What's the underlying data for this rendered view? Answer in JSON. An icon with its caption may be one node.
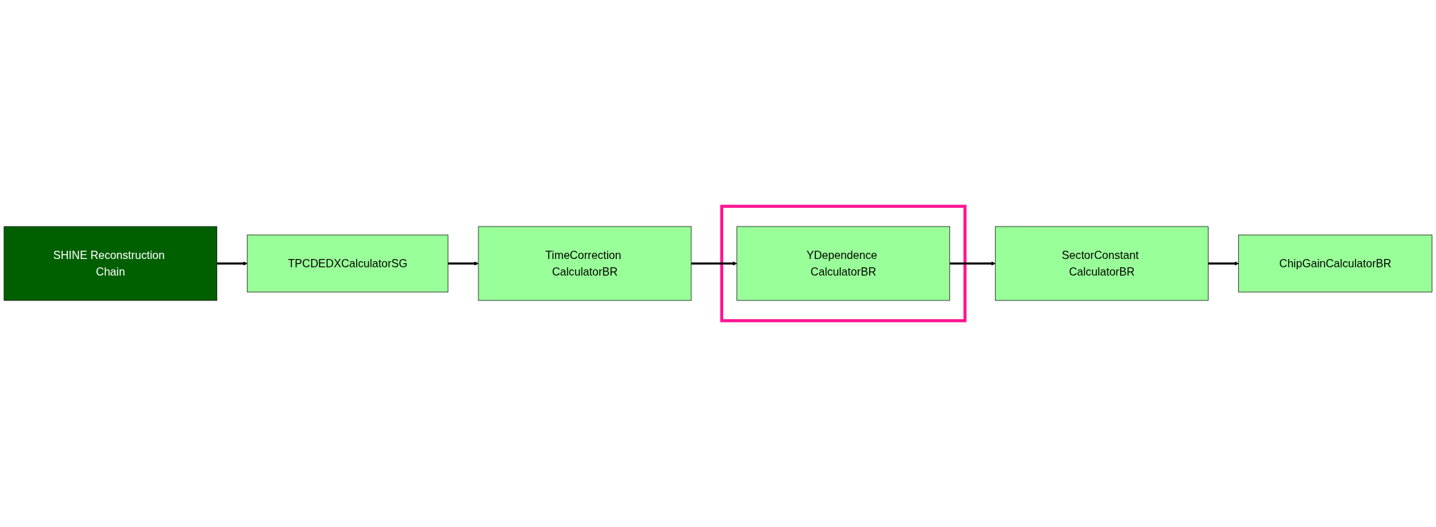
{
  "diagram": {
    "nodes": [
      {
        "text": [
          "SHINE Reconstruction Chain"
        ]
      },
      {
        "text": [
          "TPCDEDXCalculatorSG"
        ]
      },
      {
        "text": [
          "TimeCorrection CalculatorBR"
        ]
      },
      {
        "text": [],
        "shape": "box"
      },
      {
        "text": [
          "YDependence CalculatorBR"
        ],
        "in": 3
      },
      {
        "text": [
          "SectorConstant CalculatorBR"
        ]
      },
      {
        "text": [
          "ChipGainCalculatorBR"
        ]
      }
    ],
    "edges": [
      {
        "from": 0,
        "to": 1,
        "arrow": "to"
      },
      {
        "from": 1,
        "to": 2,
        "arrow": "to"
      },
      {
        "from": 2,
        "to": 4,
        "arrow": "to"
      },
      {
        "from": 4,
        "to": 5,
        "arrow": "to"
      },
      {
        "from": 5,
        "to": 6,
        "arrow": "to"
      }
    ]
  }
}
